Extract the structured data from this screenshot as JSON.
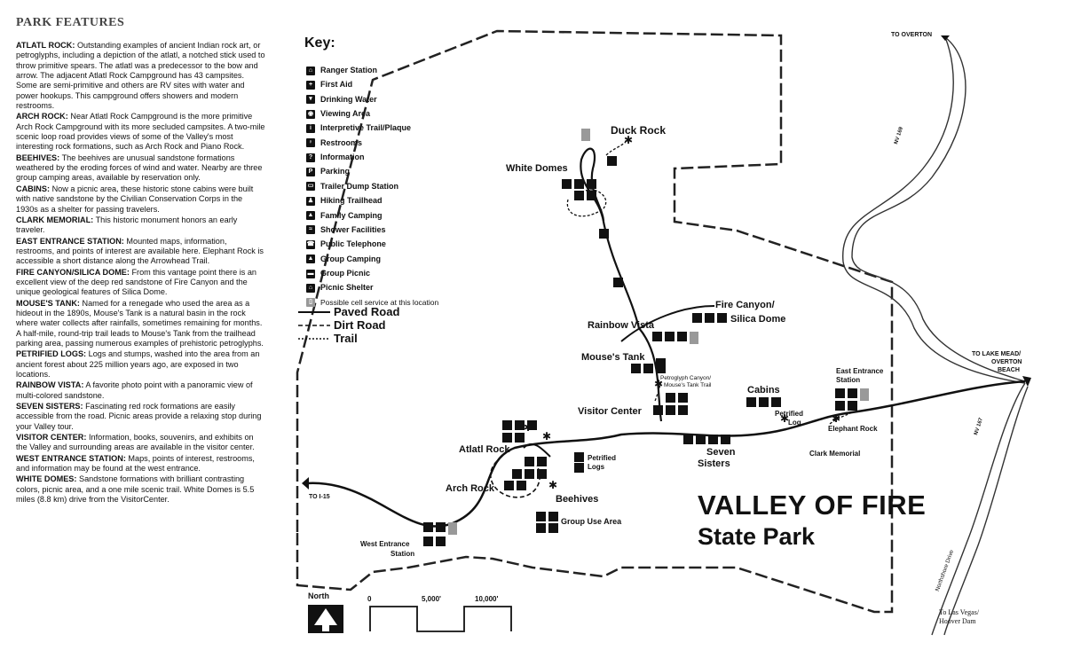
{
  "features": {
    "heading": "PARK FEATURES",
    "items": [
      {
        "name": "ATLATL ROCK:",
        "text": "Outstanding examples of ancient Indian rock art, or petroglyphs, including a depiction of the atlatl, a notched stick used to throw primitive spears. The atlatl was a predecessor to the bow and arrow. The adjacent Atlatl Rock Campground has 43 campsites. Some are semi-primitive and others are RV sites with water and power hookups. This campground offers showers and modern restrooms."
      },
      {
        "name": "ARCH ROCK:",
        "text": "Near Atlatl Rock Campground is the more primitive Arch Rock Campground with its more secluded campsites. A two-mile scenic loop road provides views of some of the Valley's most interesting rock formations, such as Arch Rock and Piano Rock."
      },
      {
        "name": "BEEHIVES:",
        "text": "The beehives are unusual sandstone formations weathered by the eroding forces of wind and water. Nearby are three group camping areas, available by reservation only."
      },
      {
        "name": "CABINS:",
        "text": "Now a picnic area, these historic stone cabins were built with native sandstone by the Civilian Conservation Corps in the 1930s as a shelter for passing travelers."
      },
      {
        "name": "CLARK MEMORIAL:",
        "text": "This historic monument honors an early traveler."
      },
      {
        "name": "EAST ENTRANCE STATION:",
        "text": "Mounted maps, information, restrooms, and points of interest are available here. Elephant Rock is accessible a short distance along the Arrowhead Trail."
      },
      {
        "name": "FIRE CANYON/SILICA DOME:",
        "text": "From this vantage point there is an excellent view of the deep red sandstone of Fire Canyon and the unique geological features of Silica Dome."
      },
      {
        "name": "MOUSE'S TANK:",
        "text": "Named for a renegade who used the area as a hideout in the 1890s, Mouse's Tank is a natural basin in the rock where water collects after rainfalls, sometimes remaining for months. A half-mile, round-trip trail leads to Mouse's Tank from the trailhead parking area, passing numerous examples of prehistoric petroglyphs."
      },
      {
        "name": "PETRIFIED LOGS:",
        "text": "Logs and stumps, washed into the area from an ancient forest about 225 million years ago, are exposed in two locations."
      },
      {
        "name": "RAINBOW VISTA:",
        "text": "A favorite photo point with a panoramic view of multi-colored sandstone."
      },
      {
        "name": "SEVEN SISTERS:",
        "text": "Fascinating red rock formations are easily accessible from the road. Picnic areas provide a relaxing stop during your Valley tour."
      },
      {
        "name": "VISITOR CENTER:",
        "text": "Information, books, souvenirs, and exhibits on the Valley and surrounding areas are available in the visitor center."
      },
      {
        "name": "WEST ENTRANCE STATION:",
        "text": "Maps, points of interest, restrooms, and information may be found at the west entrance."
      },
      {
        "name": "WHITE DOMES:",
        "text": "Sandstone formations with brilliant contrasting colors, picnic area, and a one mile scenic trail. White Domes is 5.5 miles (8.8 km) drive from the VisitorCenter."
      }
    ]
  },
  "key": {
    "title": "Key:",
    "items": [
      {
        "icon": "ranger-station",
        "glyph": "⌂",
        "label": "Ranger Station"
      },
      {
        "icon": "first-aid",
        "glyph": "+",
        "label": "First Aid"
      },
      {
        "icon": "drinking-water",
        "glyph": "▾",
        "label": "Drinking Water"
      },
      {
        "icon": "viewing-area",
        "glyph": "◉",
        "label": "Viewing Area"
      },
      {
        "icon": "interpretive-trail",
        "glyph": "i",
        "label": "Interpretive Trail/Plaque"
      },
      {
        "icon": "restrooms",
        "glyph": "♀",
        "label": "Restrooms"
      },
      {
        "icon": "information",
        "glyph": "?",
        "label": "Information"
      },
      {
        "icon": "parking",
        "glyph": "P",
        "label": "Parking"
      },
      {
        "icon": "trailer-dump",
        "glyph": "▭",
        "label": "Trailer Dump Station"
      },
      {
        "icon": "hiking-trailhead",
        "glyph": "♟",
        "label": "Hiking Trailhead"
      },
      {
        "icon": "family-camping",
        "glyph": "▲",
        "label": "Family Camping"
      },
      {
        "icon": "shower",
        "glyph": "≈",
        "label": "Shower Facilities"
      },
      {
        "icon": "telephone",
        "glyph": "☎",
        "label": "Public Telephone"
      },
      {
        "icon": "group-camping",
        "glyph": "▲",
        "label": "Group Camping"
      },
      {
        "icon": "group-picnic",
        "glyph": "▬",
        "label": "Group Picnic"
      },
      {
        "icon": "picnic-shelter",
        "glyph": "⌂",
        "label": "Picnic Shelter"
      },
      {
        "icon": "cell-service",
        "glyph": "▯",
        "label": "Possible cell service at this location"
      }
    ],
    "lines": [
      {
        "style": "paved",
        "label": "Paved Road"
      },
      {
        "style": "dirt",
        "label": "Dirt Road"
      },
      {
        "style": "trail",
        "label": "Trail"
      }
    ]
  },
  "map": {
    "title_line1": "VALLEY OF FIRE",
    "title_line2": "State Park",
    "places": {
      "duck_rock": "Duck Rock",
      "white_domes": "White Domes",
      "fire_canyon_1": "Fire Canyon/",
      "fire_canyon_2": "Silica Dome",
      "rainbow_vista": "Rainbow Vista",
      "mouses_tank": "Mouse's Tank",
      "petroglyph_1": "Petroglyph Canyon/",
      "petroglyph_2": "Mouse's Tank Trail",
      "visitor_center": "Visitor Center",
      "cabins": "Cabins",
      "petrified_log_1": "Petrified",
      "petrified_log_2": "Log",
      "east_entrance_1": "East Entrance",
      "east_entrance_2": "Station",
      "elephant_rock": "Elephant Rock",
      "clark_memorial": "Clark Memorial",
      "seven_sisters_1": "Seven",
      "seven_sisters_2": "Sisters",
      "atlatl_rock": "Atlatl Rock",
      "petrified_logs_1": "Petrified",
      "petrified_logs_2": "Logs",
      "arch_rock": "Arch Rock",
      "beehives": "Beehives",
      "group_use": "Group Use Area",
      "west_entrance_1": "West Entrance",
      "west_entrance_2": "Station"
    },
    "destinations": {
      "overton": "TO OVERTON",
      "lake_mead_1": "TO LAKE MEAD/",
      "lake_mead_2": "OVERTON",
      "lake_mead_3": "BEACH",
      "i15": "TO I-15",
      "las_vegas_1": "To Las Vegas/",
      "las_vegas_2": "Hoover Dam"
    },
    "routes": {
      "nv169": "NV 169",
      "nv167": "NV 167",
      "northshore": "Northshore Drive"
    },
    "north_label": "North",
    "scale": {
      "zero": "0",
      "mid": "5,000'",
      "end": "10,000'"
    }
  }
}
